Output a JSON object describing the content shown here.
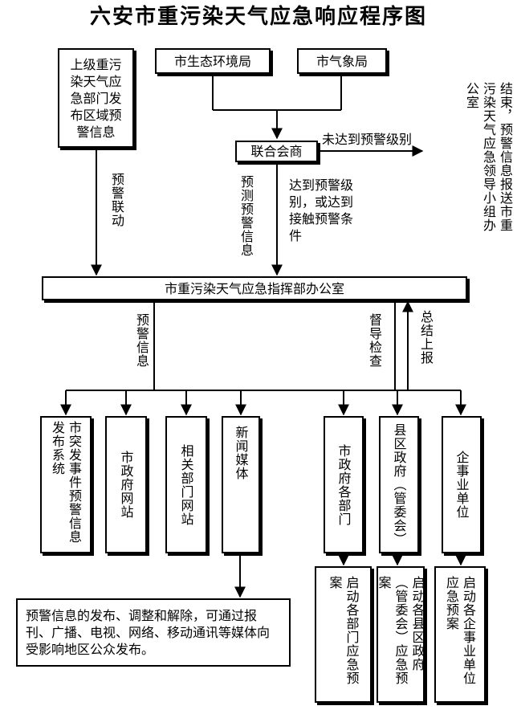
{
  "title": "六安市重污染天气应急响应程序图",
  "nodes": {
    "upper_dept": "上级重污染天气应急部门发布区域预警信息",
    "ecology_bureau": "市生态环境局",
    "weather_bureau": "市气象局",
    "joint_consult": "联合会商",
    "conclusion_note": "结束，预警信息报送市重污染天气应急领导小组办公室",
    "command_office": "市重污染天气应急指挥部办公室",
    "emergency_platform": "市突发事件预警信息发布系统",
    "gov_website": "市政府网站",
    "dept_websites": "相关部门网站",
    "news_media": "新闻媒体",
    "city_depts": "市政府各部门",
    "county_govs": "县区政府（管委会）",
    "enterprises": "企事业单位",
    "media_note": "预警信息的发布、调整和解除，可通过报刊、广播、电视、网络、移动通讯等媒体向受影响地区公众发布。",
    "city_depts_plan": "启动各部门应急预案",
    "county_plan": "启动各县区政府（管委会）应急预案",
    "enterprise_plan": "启动各企事业单位应急预案"
  },
  "edge_labels": {
    "not_reached": "未达到预警级别",
    "linkage": "预警联动",
    "forecast_info": "预测预警信息",
    "reached": "达到预警级别，或达到接触预警条件",
    "warning_info": "预警信息",
    "supervise": "督导检查",
    "summary": "总结上报"
  }
}
